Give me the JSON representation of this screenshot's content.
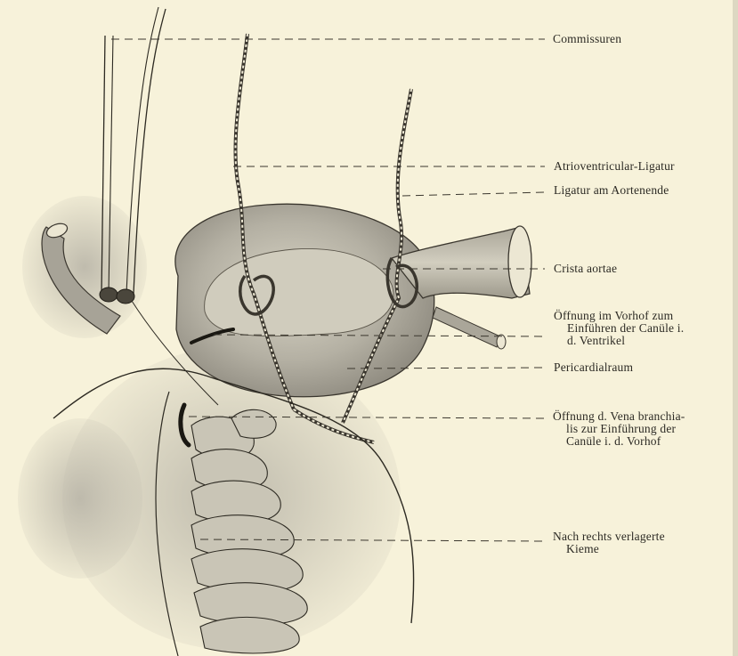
{
  "labels": {
    "commissuren": "Commissuren",
    "av_ligatur": "Atrioventricular-Ligatur",
    "aorta_ligatur": "Ligatur am Aortenende",
    "crista": "Crista aortae",
    "oeffnung_vorhof": [
      "Öffnung im Vorhof zum",
      "Einführen der Canüle i.",
      "d. Ventrikel"
    ],
    "pericardial": "Pericardialraum",
    "vena": [
      "Öffnung d. Vena branchia-",
      "lis zur Einführung der",
      "Canüle i. d. Vorhof"
    ],
    "kieme": [
      "Nach rechts verlagerte",
      "Kieme"
    ]
  },
  "colors": {
    "paper": "#f7f2da",
    "ink": "#2c2a24",
    "shade": "#8f8b80"
  }
}
